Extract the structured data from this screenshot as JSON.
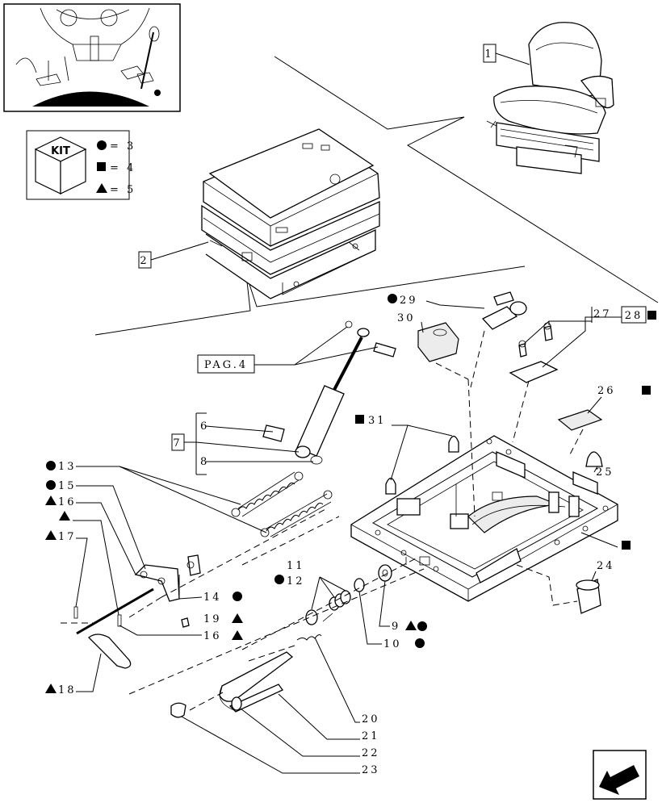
{
  "kit_legend": {
    "kit_label": "KIT",
    "circle_value": "= 3",
    "square_value": "= 4",
    "triangle_value": "= 5"
  },
  "callouts": {
    "c1": "1",
    "c2": "2",
    "pag4": "PAG.4",
    "c6": "6",
    "c7": "7",
    "c8": "8",
    "c9": "9",
    "c10": "10",
    "c11": "11",
    "c12": "12",
    "c13": "13",
    "c14": "14",
    "c15": "15",
    "c16a": "16",
    "c16b": "16",
    "c17": "17",
    "c18": "18",
    "c19": "19",
    "c20": "20",
    "c21": "21",
    "c22": "22",
    "c23": "23",
    "c24": "24",
    "c25": "25",
    "c26": "26",
    "c27": "27",
    "c28": "28",
    "c29": "29",
    "c30": "30",
    "c31": "31"
  },
  "icons": {
    "kit": "kit-cube-icon",
    "circle": "circle-kit-symbol",
    "square": "square-kit-symbol",
    "triangle": "triangle-kit-symbol",
    "nav": "previous-page-arrow-icon"
  }
}
